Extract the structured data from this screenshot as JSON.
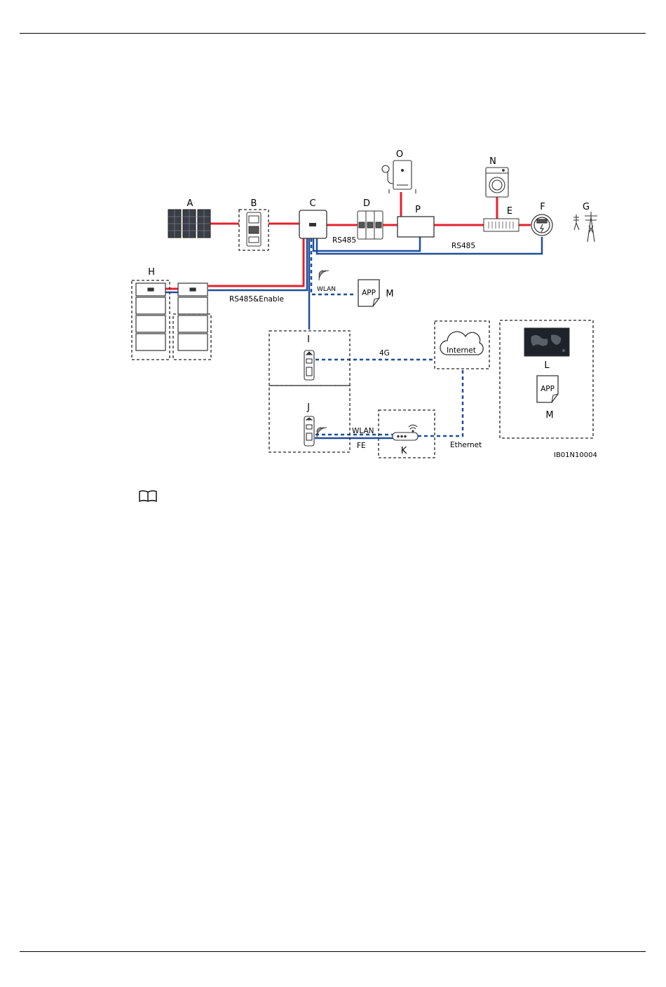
{
  "labels": {
    "A": "A",
    "B": "B",
    "C": "C",
    "D": "D",
    "E": "E",
    "F": "F",
    "G": "G",
    "H": "H",
    "I": "I",
    "J": "J",
    "K": "K",
    "L": "L",
    "M": "M",
    "N": "N",
    "O": "O",
    "P": "P"
  },
  "links": {
    "rs485_inverter": "RS485",
    "rs485_meter": "RS485",
    "rs485_enable": "RS485&Enable",
    "wlan_app": "WLAN",
    "wlan_router": "WLAN",
    "fe": "FE",
    "four_g": "4G",
    "ethernet": "Ethernet"
  },
  "device_text": {
    "internet": "Internet",
    "app_local": "APP",
    "app_remote": "APP"
  },
  "figure_id": "IB01N10004",
  "colors": {
    "power_line": "#e5202e",
    "comm_line": "#1f4e9c",
    "device_stroke": "#333333"
  },
  "icons": {
    "note": "book-icon",
    "solar": "solar-panel-icon",
    "grid": "power-tower-icon",
    "washer": "washing-machine-icon",
    "heater": "water-heater-icon",
    "cloud": "cloud-icon",
    "router": "router-icon",
    "wifi": "wifi-icon"
  }
}
